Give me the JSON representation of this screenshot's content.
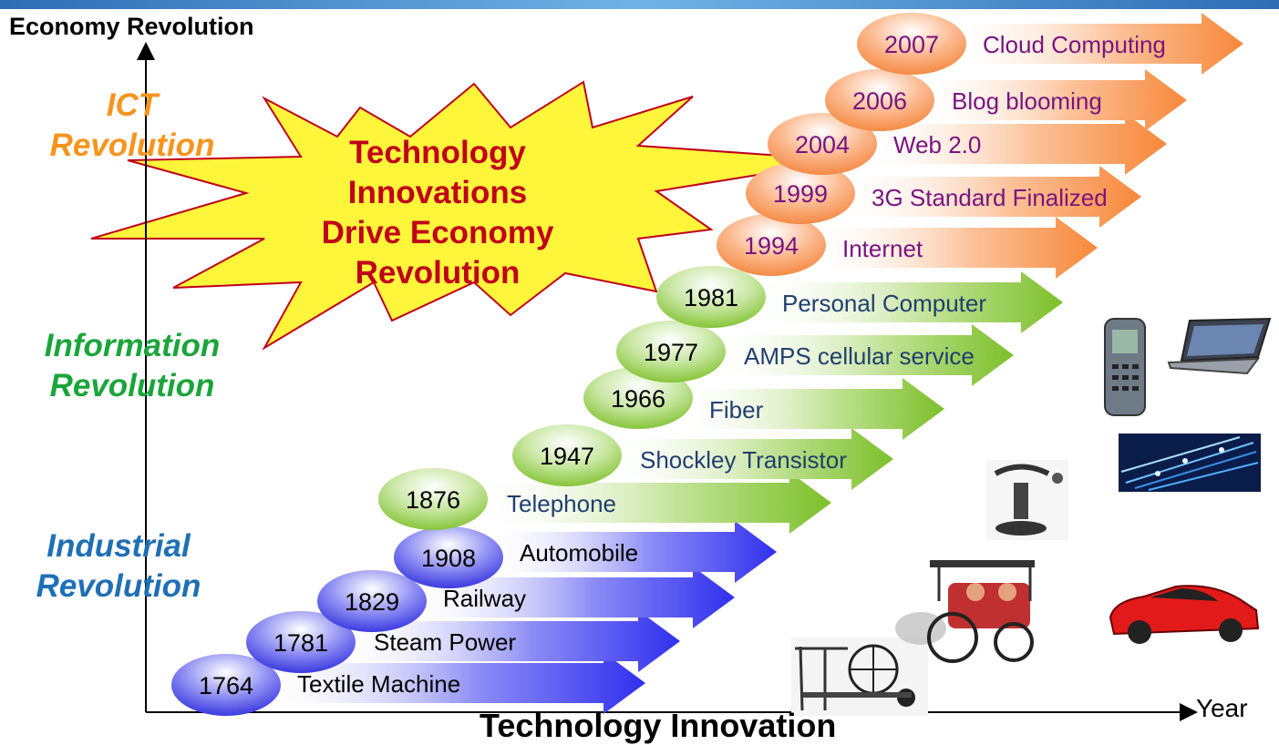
{
  "axes": {
    "y_title": "Economy Revolution",
    "x_title": "Year",
    "bottom_title": "Technology Innovation"
  },
  "eras": {
    "ict": {
      "line1": "ICT",
      "line2": "Revolution"
    },
    "information": {
      "line1": "Information",
      "line2": "Revolution"
    },
    "industrial": {
      "line1": "Industrial",
      "line2": "Revolution"
    }
  },
  "callout": {
    "line1": "Technology",
    "line2": "Innovations",
    "line3": "Drive Economy",
    "line4": "Revolution"
  },
  "colors": {
    "industrial": "#3333EE",
    "information": "#7CC02A",
    "ict": "#F7883A",
    "industrial_text": "#000000",
    "information_text": "#1F3F6F",
    "ict_text": "#7A1480",
    "burst_fill": "#FFF53A",
    "burst_stroke": "#C0001A"
  },
  "milestones": [
    {
      "year": "1764",
      "label": "Textile Machine",
      "era": "industrial"
    },
    {
      "year": "1781",
      "label": "Steam Power",
      "era": "industrial"
    },
    {
      "year": "1829",
      "label": "Railway",
      "era": "industrial"
    },
    {
      "year": "1908",
      "label": "Automobile",
      "era": "industrial"
    },
    {
      "year": "1876",
      "label": "Telephone",
      "era": "information"
    },
    {
      "year": "1947",
      "label": "Shockley Transistor",
      "era": "information"
    },
    {
      "year": "1966",
      "label": "Fiber",
      "era": "information"
    },
    {
      "year": "1977",
      "label": "AMPS cellular service",
      "era": "information"
    },
    {
      "year": "1981",
      "label": "Personal Computer",
      "era": "information"
    },
    {
      "year": "1994",
      "label": "Internet",
      "era": "ict"
    },
    {
      "year": "1999",
      "label": "3G Standard Finalized",
      "era": "ict"
    },
    {
      "year": "2004",
      "label": "Web 2.0",
      "era": "ict"
    },
    {
      "year": "2006",
      "label": "Blog blooming",
      "era": "ict"
    },
    {
      "year": "2007",
      "label": "Cloud Computing",
      "era": "ict"
    }
  ],
  "pictures": [
    "textile-machine",
    "antique-car",
    "sports-car",
    "antique-telephone",
    "fiber-optics",
    "mobile-phone",
    "laptop"
  ]
}
